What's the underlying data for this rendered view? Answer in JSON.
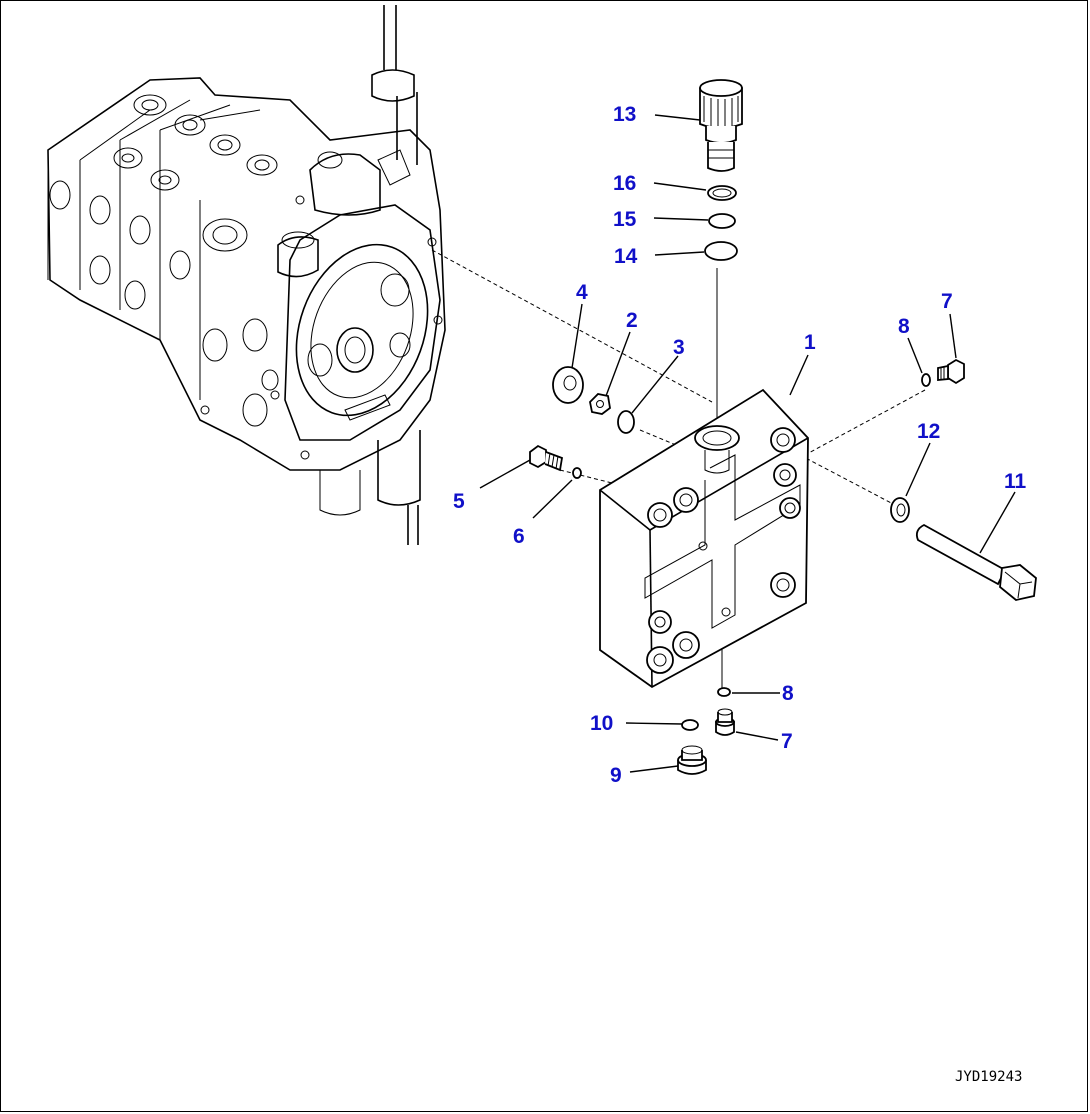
{
  "diagram": {
    "callout_color": "#1010c8",
    "line_color": "#000000",
    "drawing_number": "JYD19243",
    "callouts": [
      {
        "id": "c13",
        "label": "13"
      },
      {
        "id": "c16",
        "label": "16"
      },
      {
        "id": "c15",
        "label": "15"
      },
      {
        "id": "c14",
        "label": "14"
      },
      {
        "id": "c4",
        "label": "4"
      },
      {
        "id": "c2",
        "label": "2"
      },
      {
        "id": "c3",
        "label": "3"
      },
      {
        "id": "c1",
        "label": "1"
      },
      {
        "id": "c8a",
        "label": "8"
      },
      {
        "id": "c7a",
        "label": "7"
      },
      {
        "id": "c12",
        "label": "12"
      },
      {
        "id": "c11",
        "label": "11"
      },
      {
        "id": "c5",
        "label": "5"
      },
      {
        "id": "c6",
        "label": "6"
      },
      {
        "id": "c8b",
        "label": "8"
      },
      {
        "id": "c10",
        "label": "10"
      },
      {
        "id": "c7b",
        "label": "7"
      },
      {
        "id": "c9",
        "label": "9"
      }
    ]
  }
}
